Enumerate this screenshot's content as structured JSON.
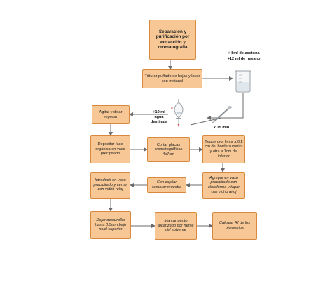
{
  "boxes": {
    "title": "Separación y purificación por extracción y cromatografía",
    "crush": "Triturar puñado de hojas y lavar con metanol",
    "shake": "Agitar y dejar reposar",
    "deposit_organic": "Depositar fase orgánica en vaso precipitado",
    "cut_strips": "Cortar placas cromatográficas 4x7cm",
    "trace_line": "Trazar una línea a 0,5 cm del borde superior y otra a 1cm del inferior",
    "introduce": "Introducir en vaso precipitado y cerrar con vidrio reloj",
    "capillary": "Con capilar sembrar muestra",
    "add_solvent": "Agregar en vaso precipitado con cloroformo y tapar con vidrio reloj",
    "develop": "Dejar desarrollar hasta 0.5mm bajo nivel superior",
    "mark": "Marcar punto alcanzado por frente del solvente",
    "calculate": "Calcular Rf de los pigmentos"
  },
  "labels": {
    "acetone": "+ 8ml de acetona",
    "hexane": "+12 ml de hexano",
    "water_amount": "+10 ml",
    "water_name": "agua",
    "water_type": "destilada",
    "times": "x 15 min"
  },
  "colors": {
    "box_fill": "#f7c896",
    "box_border": "#d9893e",
    "arrow": "#6b6b6b"
  },
  "icons": [
    "beaker-icon",
    "separatory-funnel-icon",
    "pipette-icon"
  ]
}
